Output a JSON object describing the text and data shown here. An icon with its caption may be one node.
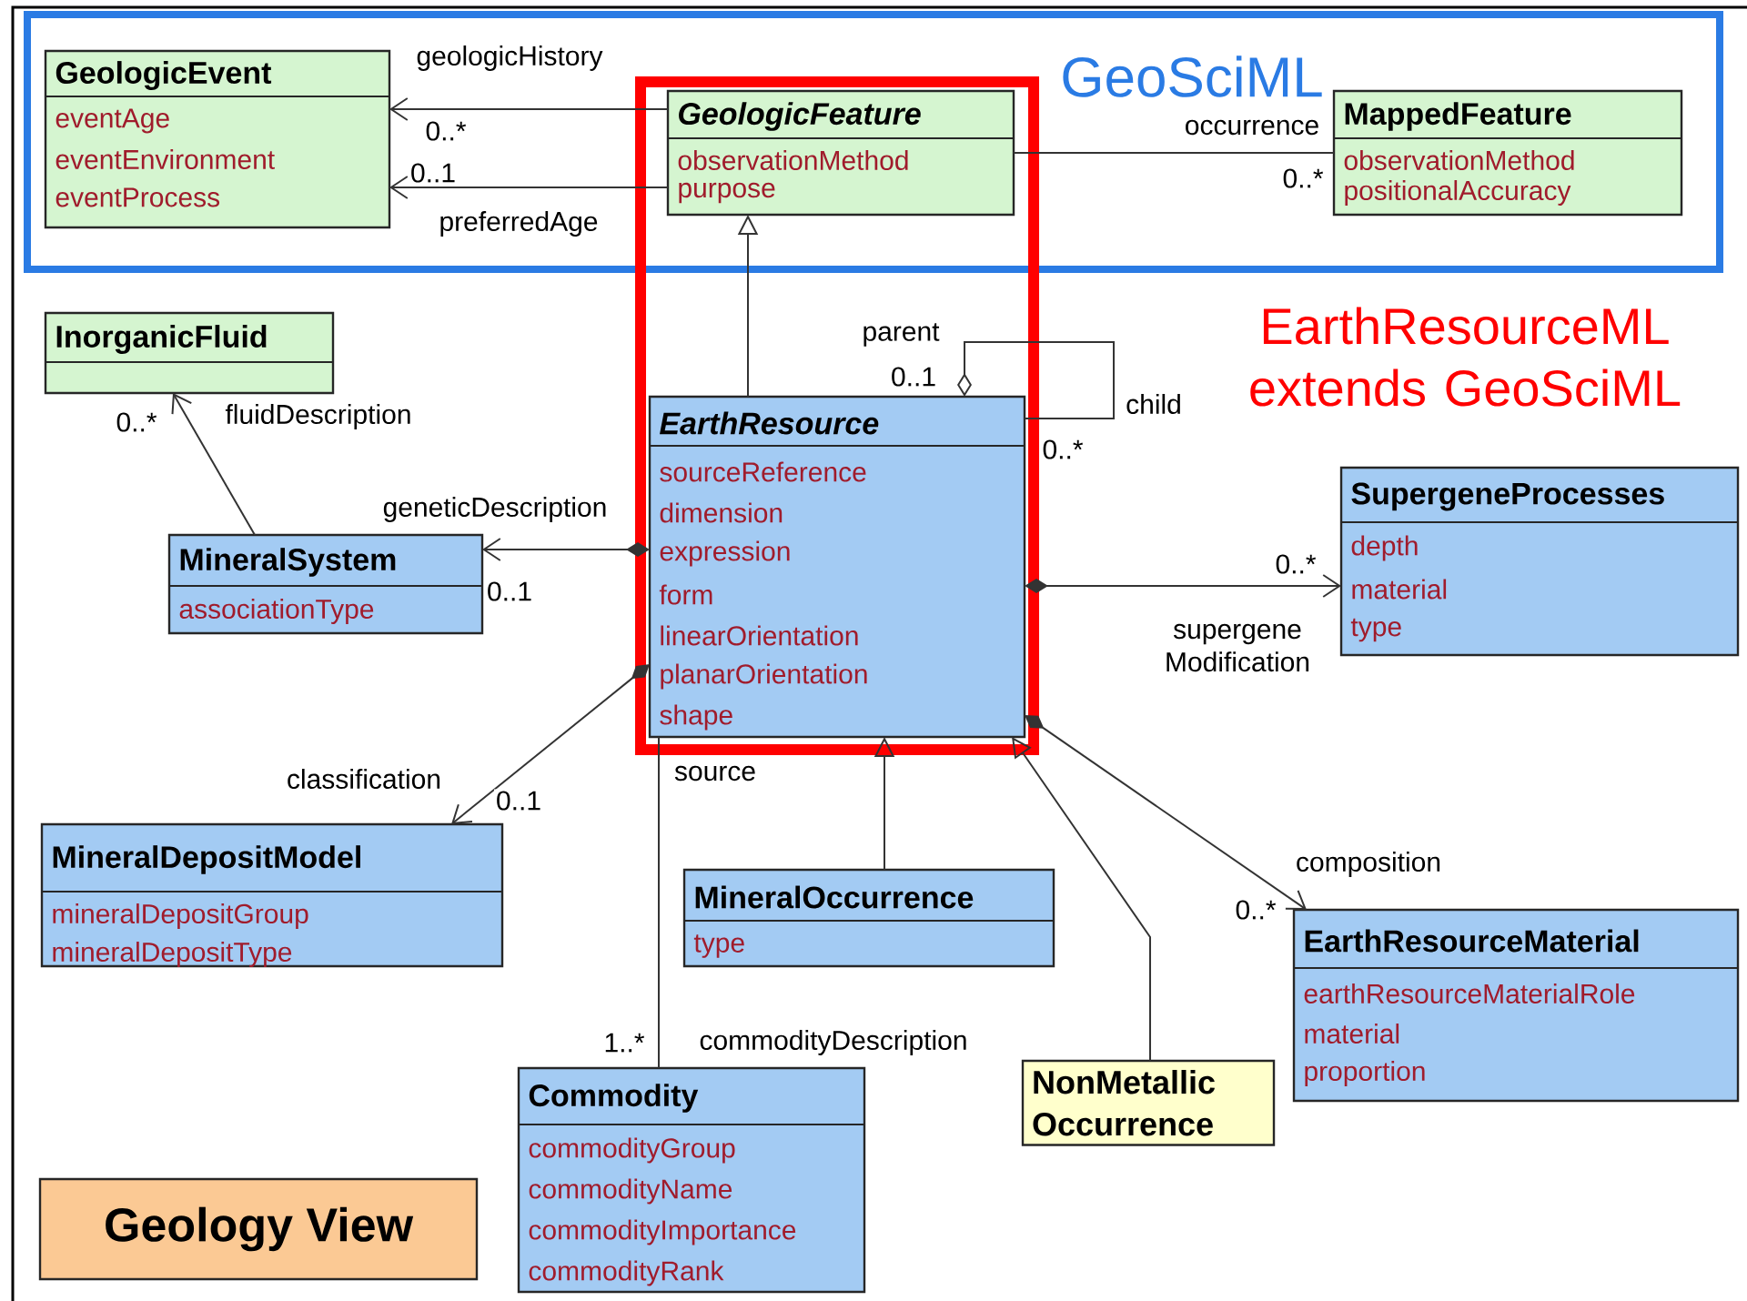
{
  "diagram": {
    "nodes": [
      {
        "text": [
          "GeoSciML"
        ]
      },
      {
        "text": [],
        "shape": "box"
      },
      {
        "text": [
          "GeologicEvent",
          "eventAge",
          "eventEnvironment",
          "eventProcess"
        ],
        "in": 0
      },
      {
        "text": [
          "GeologicFeature",
          "observationMethod",
          "purpose"
        ]
      },
      {
        "text": [
          "MappedFeature",
          "observationMethod",
          "positionalAccuracy"
        ],
        "in": 0
      },
      {
        "text": [
          "InorganicFluid"
        ]
      },
      {
        "text": [
          "EarthResource",
          "sourceReference",
          "dimension",
          "expression",
          "form",
          "linearOrientation",
          "planarOrientation",
          "shape"
        ],
        "in": 1
      },
      {
        "text": [
          "MineralSystem",
          "associationType"
        ]
      },
      {
        "text": [
          "SupergeneProcesses",
          "depth",
          "material",
          "type"
        ]
      },
      {
        "text": [
          "MineralDepositModel",
          "mineralDepositGroup",
          "mineralDepositType"
        ]
      },
      {
        "text": [
          "MineralOccurrence",
          "type"
        ]
      },
      {
        "text": [
          "EarthResourceMaterial",
          "earthResourceMaterialRole",
          "material",
          "proportion"
        ]
      },
      {
        "text": [
          "Commodity",
          "commodityGroup",
          "commodityName",
          "commodityImportance",
          "commodityRank"
        ]
      },
      {
        "text": [
          "NonMetallic Occurrence"
        ]
      },
      {
        "text": [
          "Geology View"
        ]
      }
    ],
    "edges": [
      {
        "from": 3,
        "to": 2,
        "arrow": "to",
        "label": "geologicHistory"
      },
      {
        "from": 3,
        "to": 2,
        "arrow": "to",
        "label": "preferredAge"
      },
      {
        "from": 3,
        "to": 4,
        "arrow": "none",
        "label": "occurrence"
      },
      {
        "from": 6,
        "to": 3,
        "arrow": "to"
      },
      {
        "from": 6,
        "to": 6,
        "arrow": "other",
        "label": "child"
      },
      {
        "from": 6,
        "to": 7,
        "arrow": "to",
        "label": "geneticDescription"
      },
      {
        "from": 7,
        "to": 5,
        "arrow": "to",
        "label": "fluidDescription"
      },
      {
        "from": 6,
        "to": 8,
        "arrow": "to",
        "label": "supergene Modification"
      },
      {
        "from": 6,
        "to": 9,
        "arrow": "to",
        "label": "classification"
      },
      {
        "from": 6,
        "to": 12,
        "arrow": "none",
        "label": "commodityDescription"
      },
      {
        "from": 10,
        "to": 6,
        "arrow": "to"
      },
      {
        "from": 13,
        "to": 6,
        "arrow": "to"
      },
      {
        "from": 6,
        "to": 11,
        "arrow": "to",
        "label": "composition"
      }
    ],
    "labels": [
      "0..*",
      "0..1",
      "0..*",
      "EarthResourceML extends GeoSciML",
      "parent",
      "0..1",
      "0..*",
      "0..*",
      "0..*",
      "0..1",
      "source",
      "0..1",
      "0..*",
      "1..*"
    ]
  }
}
